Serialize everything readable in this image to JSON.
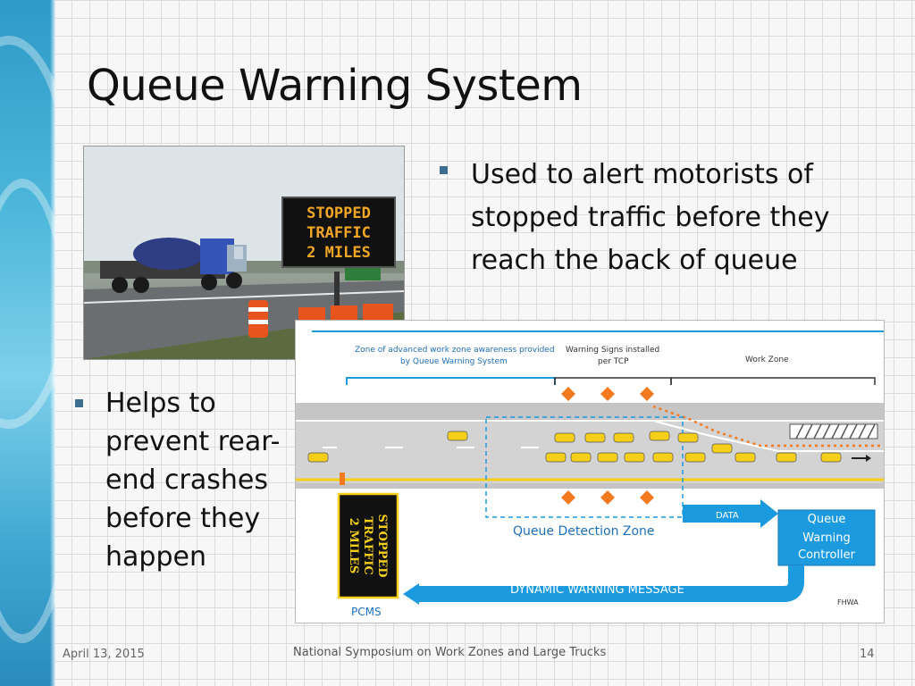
{
  "slide": {
    "title": "Queue Warning System",
    "bullets": {
      "right": "Used to alert motorists of stopped traffic before they reach the back of queue",
      "left": "Helps to prevent rear-end crashes before they happen"
    }
  },
  "photo": {
    "sign_lines": [
      "STOPPED",
      "TRAFFIC",
      "2 MILES"
    ]
  },
  "diagram": {
    "zone_label": "Zone of advanced work zone awareness provided by Queue Warning System",
    "warning_signs_label": "Warning Signs installed per TCP",
    "work_zone_label": "Work Zone",
    "detection_zone_label": "Queue Detection Zone",
    "data_label": "DATA",
    "controller_label": "Queue Warning Controller",
    "message_label": "DYNAMIC WARNING MESSAGE",
    "pcms_label": "PCMS",
    "pcms_sign": "STOPPED TRAFFIC 2 MILES",
    "credit": "FHWA",
    "colors": {
      "accent_blue": "#1c9ae0",
      "sign_orange": "#f47a1f",
      "car_yellow": "#f5cf1a"
    }
  },
  "footer": {
    "date": "April 13, 2015",
    "event": "National Symposium on Work Zones and Large Trucks",
    "page": "14"
  }
}
